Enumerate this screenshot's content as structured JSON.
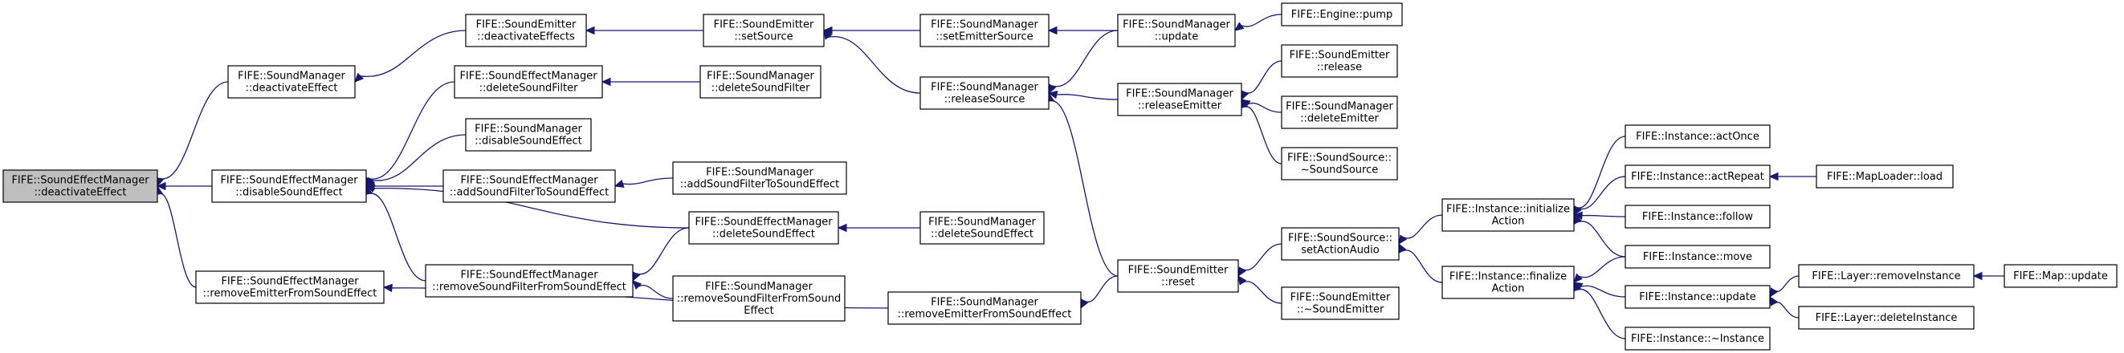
{
  "graph": {
    "colors": {
      "edge": "#191970",
      "node_fill": "#ffffff",
      "root_fill": "#bfbfbf",
      "border": "#000000"
    },
    "nodes": [
      {
        "id": "root",
        "lines": [
          "FIFE::SoundEffectManager",
          "::deactivateEffect"
        ],
        "highlight": true
      },
      {
        "id": "sm_deactivateEffect",
        "lines": [
          "FIFE::SoundManager",
          "::deactivateEffect"
        ]
      },
      {
        "id": "sem_disableSoundEffect",
        "lines": [
          "FIFE::SoundEffectManager",
          "::disableSoundEffect"
        ]
      },
      {
        "id": "sem_removeEmitterFromSoundEffect",
        "lines": [
          "FIFE::SoundEffectManager",
          "::removeEmitterFromSoundEffect"
        ]
      },
      {
        "id": "se_deactivateEffects",
        "lines": [
          "FIFE::SoundEmitter",
          "::deactivateEffects"
        ]
      },
      {
        "id": "sem_deleteSoundFilter",
        "lines": [
          "FIFE::SoundEffectManager",
          "::deleteSoundFilter"
        ]
      },
      {
        "id": "sm_disableSoundEffect",
        "lines": [
          "FIFE::SoundManager",
          "::disableSoundEffect"
        ]
      },
      {
        "id": "sem_addSoundFilterToSoundEffect",
        "lines": [
          "FIFE::SoundEffectManager",
          "::addSoundFilterToSoundEffect"
        ]
      },
      {
        "id": "sem_removeSoundFilterFromSoundEffect",
        "lines": [
          "FIFE::SoundEffectManager",
          "::removeSoundFilterFromSoundEffect"
        ]
      },
      {
        "id": "se_setSource",
        "lines": [
          "FIFE::SoundEmitter",
          "::setSource"
        ]
      },
      {
        "id": "sm_deleteSoundFilter_1",
        "lines": [
          "FIFE::SoundManager",
          "::deleteSoundFilter"
        ]
      },
      {
        "id": "sm_addSoundFilterToSoundEffect",
        "lines": [
          "FIFE::SoundManager",
          "::addSoundFilterToSoundEffect"
        ]
      },
      {
        "id": "sem_deleteSoundEffect",
        "lines": [
          "FIFE::SoundEffectManager",
          "::deleteSoundEffect"
        ]
      },
      {
        "id": "sm_removeSoundFilterFromSoundEffect",
        "lines": [
          "FIFE::SoundManager",
          "::removeSoundFilterFromSound",
          "Effect"
        ]
      },
      {
        "id": "sm_removeEmitterFromSoundEffect",
        "lines": [
          "FIFE::SoundManager",
          "::removeEmitterFromSoundEffect"
        ]
      },
      {
        "id": "sm_setEmitterSource",
        "lines": [
          "FIFE::SoundManager",
          "::setEmitterSource"
        ]
      },
      {
        "id": "sm_releaseSource",
        "lines": [
          "FIFE::SoundManager",
          "::releaseSource"
        ]
      },
      {
        "id": "sm_deleteSoundEffect",
        "lines": [
          "FIFE::SoundManager",
          "::deleteSoundEffect"
        ]
      },
      {
        "id": "sm_update",
        "lines": [
          "FIFE::SoundManager",
          "::update"
        ]
      },
      {
        "id": "sm_releaseEmitter",
        "lines": [
          "FIFE::SoundManager",
          "::releaseEmitter"
        ]
      },
      {
        "id": "se_reset",
        "lines": [
          "FIFE::SoundEmitter",
          "::reset"
        ]
      },
      {
        "id": "engine_pump",
        "lines": [
          "FIFE::Engine::pump"
        ]
      },
      {
        "id": "se_release",
        "lines": [
          "FIFE::SoundEmitter",
          "::release"
        ]
      },
      {
        "id": "sm_deleteEmitter",
        "lines": [
          "FIFE::SoundManager",
          "::deleteEmitter"
        ]
      },
      {
        "id": "ss_dtor",
        "lines": [
          "FIFE::SoundSource::",
          "~SoundSource"
        ]
      },
      {
        "id": "ss_setActionAudio",
        "lines": [
          "FIFE::SoundSource::",
          "setActionAudio"
        ]
      },
      {
        "id": "se_dtor",
        "lines": [
          "FIFE::SoundEmitter",
          "::~SoundEmitter"
        ]
      },
      {
        "id": "inst_initializeAction",
        "lines": [
          "FIFE::Instance::initialize",
          "Action"
        ]
      },
      {
        "id": "inst_finalizeAction",
        "lines": [
          "FIFE::Instance::finalize",
          "Action"
        ]
      },
      {
        "id": "inst_actOnce",
        "lines": [
          "FIFE::Instance::actOnce"
        ]
      },
      {
        "id": "inst_actRepeat",
        "lines": [
          "FIFE::Instance::actRepeat"
        ]
      },
      {
        "id": "inst_follow",
        "lines": [
          "FIFE::Instance::follow"
        ]
      },
      {
        "id": "inst_move",
        "lines": [
          "FIFE::Instance::move"
        ]
      },
      {
        "id": "inst_update",
        "lines": [
          "FIFE::Instance::update"
        ]
      },
      {
        "id": "inst_dtor",
        "lines": [
          "FIFE::Instance::~Instance"
        ]
      },
      {
        "id": "maploader_load",
        "lines": [
          "FIFE::MapLoader::load"
        ]
      },
      {
        "id": "layer_removeInstance",
        "lines": [
          "FIFE::Layer::removeInstance"
        ]
      },
      {
        "id": "layer_deleteInstance",
        "lines": [
          "FIFE::Layer::deleteInstance"
        ]
      },
      {
        "id": "map_update",
        "lines": [
          "FIFE::Map::update"
        ]
      }
    ],
    "edges": [
      {
        "from": "root",
        "to": "sm_deactivateEffect"
      },
      {
        "from": "root",
        "to": "sem_disableSoundEffect"
      },
      {
        "from": "root",
        "to": "sem_removeEmitterFromSoundEffect"
      },
      {
        "from": "sm_deactivateEffect",
        "to": "se_deactivateEffects"
      },
      {
        "from": "sem_disableSoundEffect",
        "to": "sem_deleteSoundFilter"
      },
      {
        "from": "sem_disableSoundEffect",
        "to": "sm_disableSoundEffect"
      },
      {
        "from": "sem_disableSoundEffect",
        "to": "sem_addSoundFilterToSoundEffect"
      },
      {
        "from": "sem_disableSoundEffect",
        "to": "sem_deleteSoundEffect"
      },
      {
        "from": "sem_disableSoundEffect",
        "to": "sem_removeSoundFilterFromSoundEffect"
      },
      {
        "from": "sem_removeEmitterFromSoundEffect",
        "to": "sm_removeEmitterFromSoundEffect"
      },
      {
        "from": "se_deactivateEffects",
        "to": "se_setSource"
      },
      {
        "from": "sem_deleteSoundFilter",
        "to": "sm_deleteSoundFilter_1"
      },
      {
        "from": "sem_addSoundFilterToSoundEffect",
        "to": "sm_addSoundFilterToSoundEffect"
      },
      {
        "from": "sem_removeSoundFilterFromSoundEffect",
        "to": "sem_deleteSoundEffect"
      },
      {
        "from": "sem_removeSoundFilterFromSoundEffect",
        "to": "sm_removeSoundFilterFromSoundEffect"
      },
      {
        "from": "sem_deleteSoundEffect",
        "to": "sm_deleteSoundEffect"
      },
      {
        "from": "se_setSource",
        "to": "sm_setEmitterSource"
      },
      {
        "from": "se_setSource",
        "to": "sm_releaseSource"
      },
      {
        "from": "sm_setEmitterSource",
        "to": "sm_update"
      },
      {
        "from": "sm_releaseSource",
        "to": "sm_update"
      },
      {
        "from": "sm_releaseSource",
        "to": "sm_releaseEmitter"
      },
      {
        "from": "sm_releaseSource",
        "to": "se_reset"
      },
      {
        "from": "sm_removeEmitterFromSoundEffect",
        "to": "se_reset"
      },
      {
        "from": "sm_update",
        "to": "engine_pump"
      },
      {
        "from": "sm_releaseEmitter",
        "to": "se_release"
      },
      {
        "from": "sm_releaseEmitter",
        "to": "sm_deleteEmitter"
      },
      {
        "from": "sm_releaseEmitter",
        "to": "ss_dtor"
      },
      {
        "from": "se_reset",
        "to": "ss_setActionAudio"
      },
      {
        "from": "se_reset",
        "to": "se_dtor"
      },
      {
        "from": "ss_setActionAudio",
        "to": "inst_initializeAction"
      },
      {
        "from": "ss_setActionAudio",
        "to": "inst_finalizeAction"
      },
      {
        "from": "inst_initializeAction",
        "to": "inst_actOnce"
      },
      {
        "from": "inst_initializeAction",
        "to": "inst_actRepeat"
      },
      {
        "from": "inst_initializeAction",
        "to": "inst_follow"
      },
      {
        "from": "inst_initializeAction",
        "to": "inst_move"
      },
      {
        "from": "inst_finalizeAction",
        "to": "inst_move"
      },
      {
        "from": "inst_finalizeAction",
        "to": "inst_update"
      },
      {
        "from": "inst_finalizeAction",
        "to": "inst_dtor"
      },
      {
        "from": "inst_actRepeat",
        "to": "maploader_load"
      },
      {
        "from": "inst_update",
        "to": "layer_removeInstance"
      },
      {
        "from": "inst_update",
        "to": "layer_deleteInstance"
      },
      {
        "from": "layer_removeInstance",
        "to": "map_update"
      }
    ]
  }
}
